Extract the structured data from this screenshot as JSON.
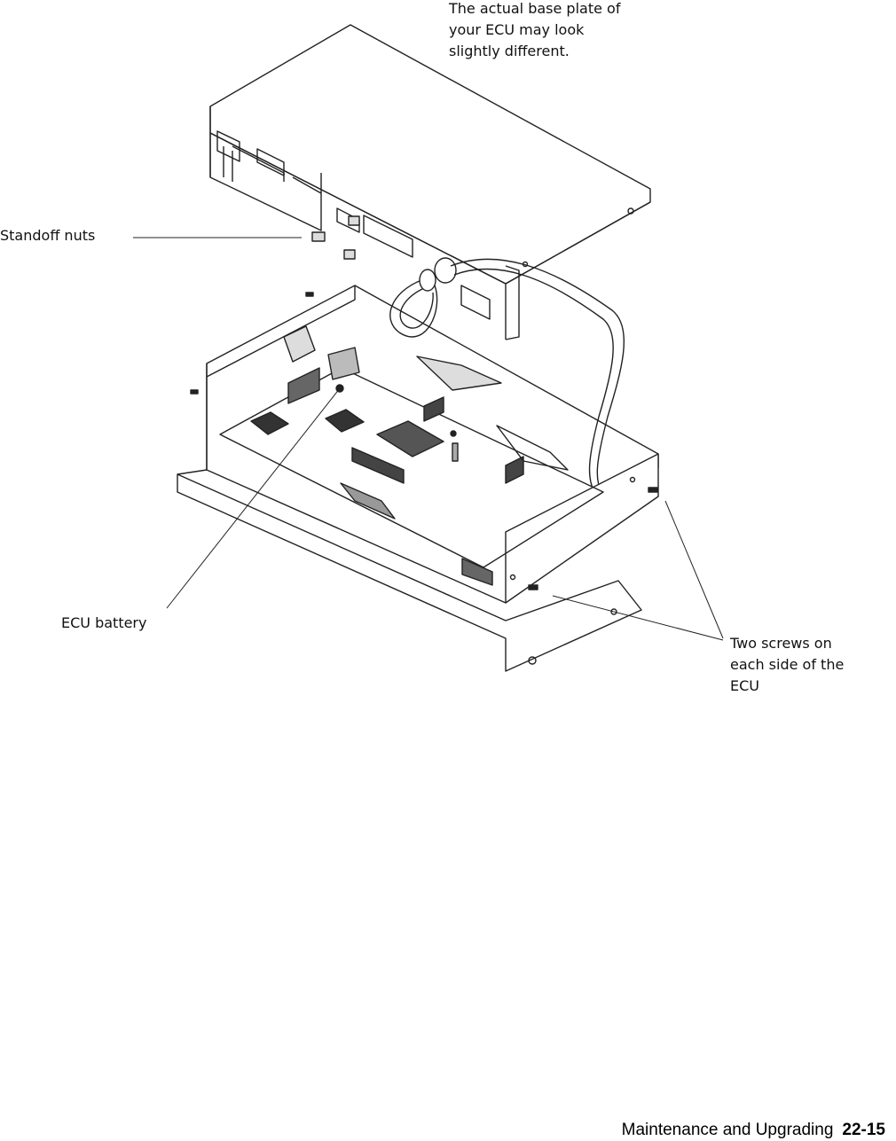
{
  "callouts": {
    "note": [
      "The actual base plate of",
      "your ECU may look",
      "slightly different."
    ],
    "standoff_nuts": "Standoff nuts",
    "ecu_battery": "ECU battery",
    "screws": [
      "Two screws on",
      "each side of the",
      "ECU"
    ]
  },
  "footer": {
    "section": "Maintenance and Upgrading",
    "page": "22-15"
  }
}
